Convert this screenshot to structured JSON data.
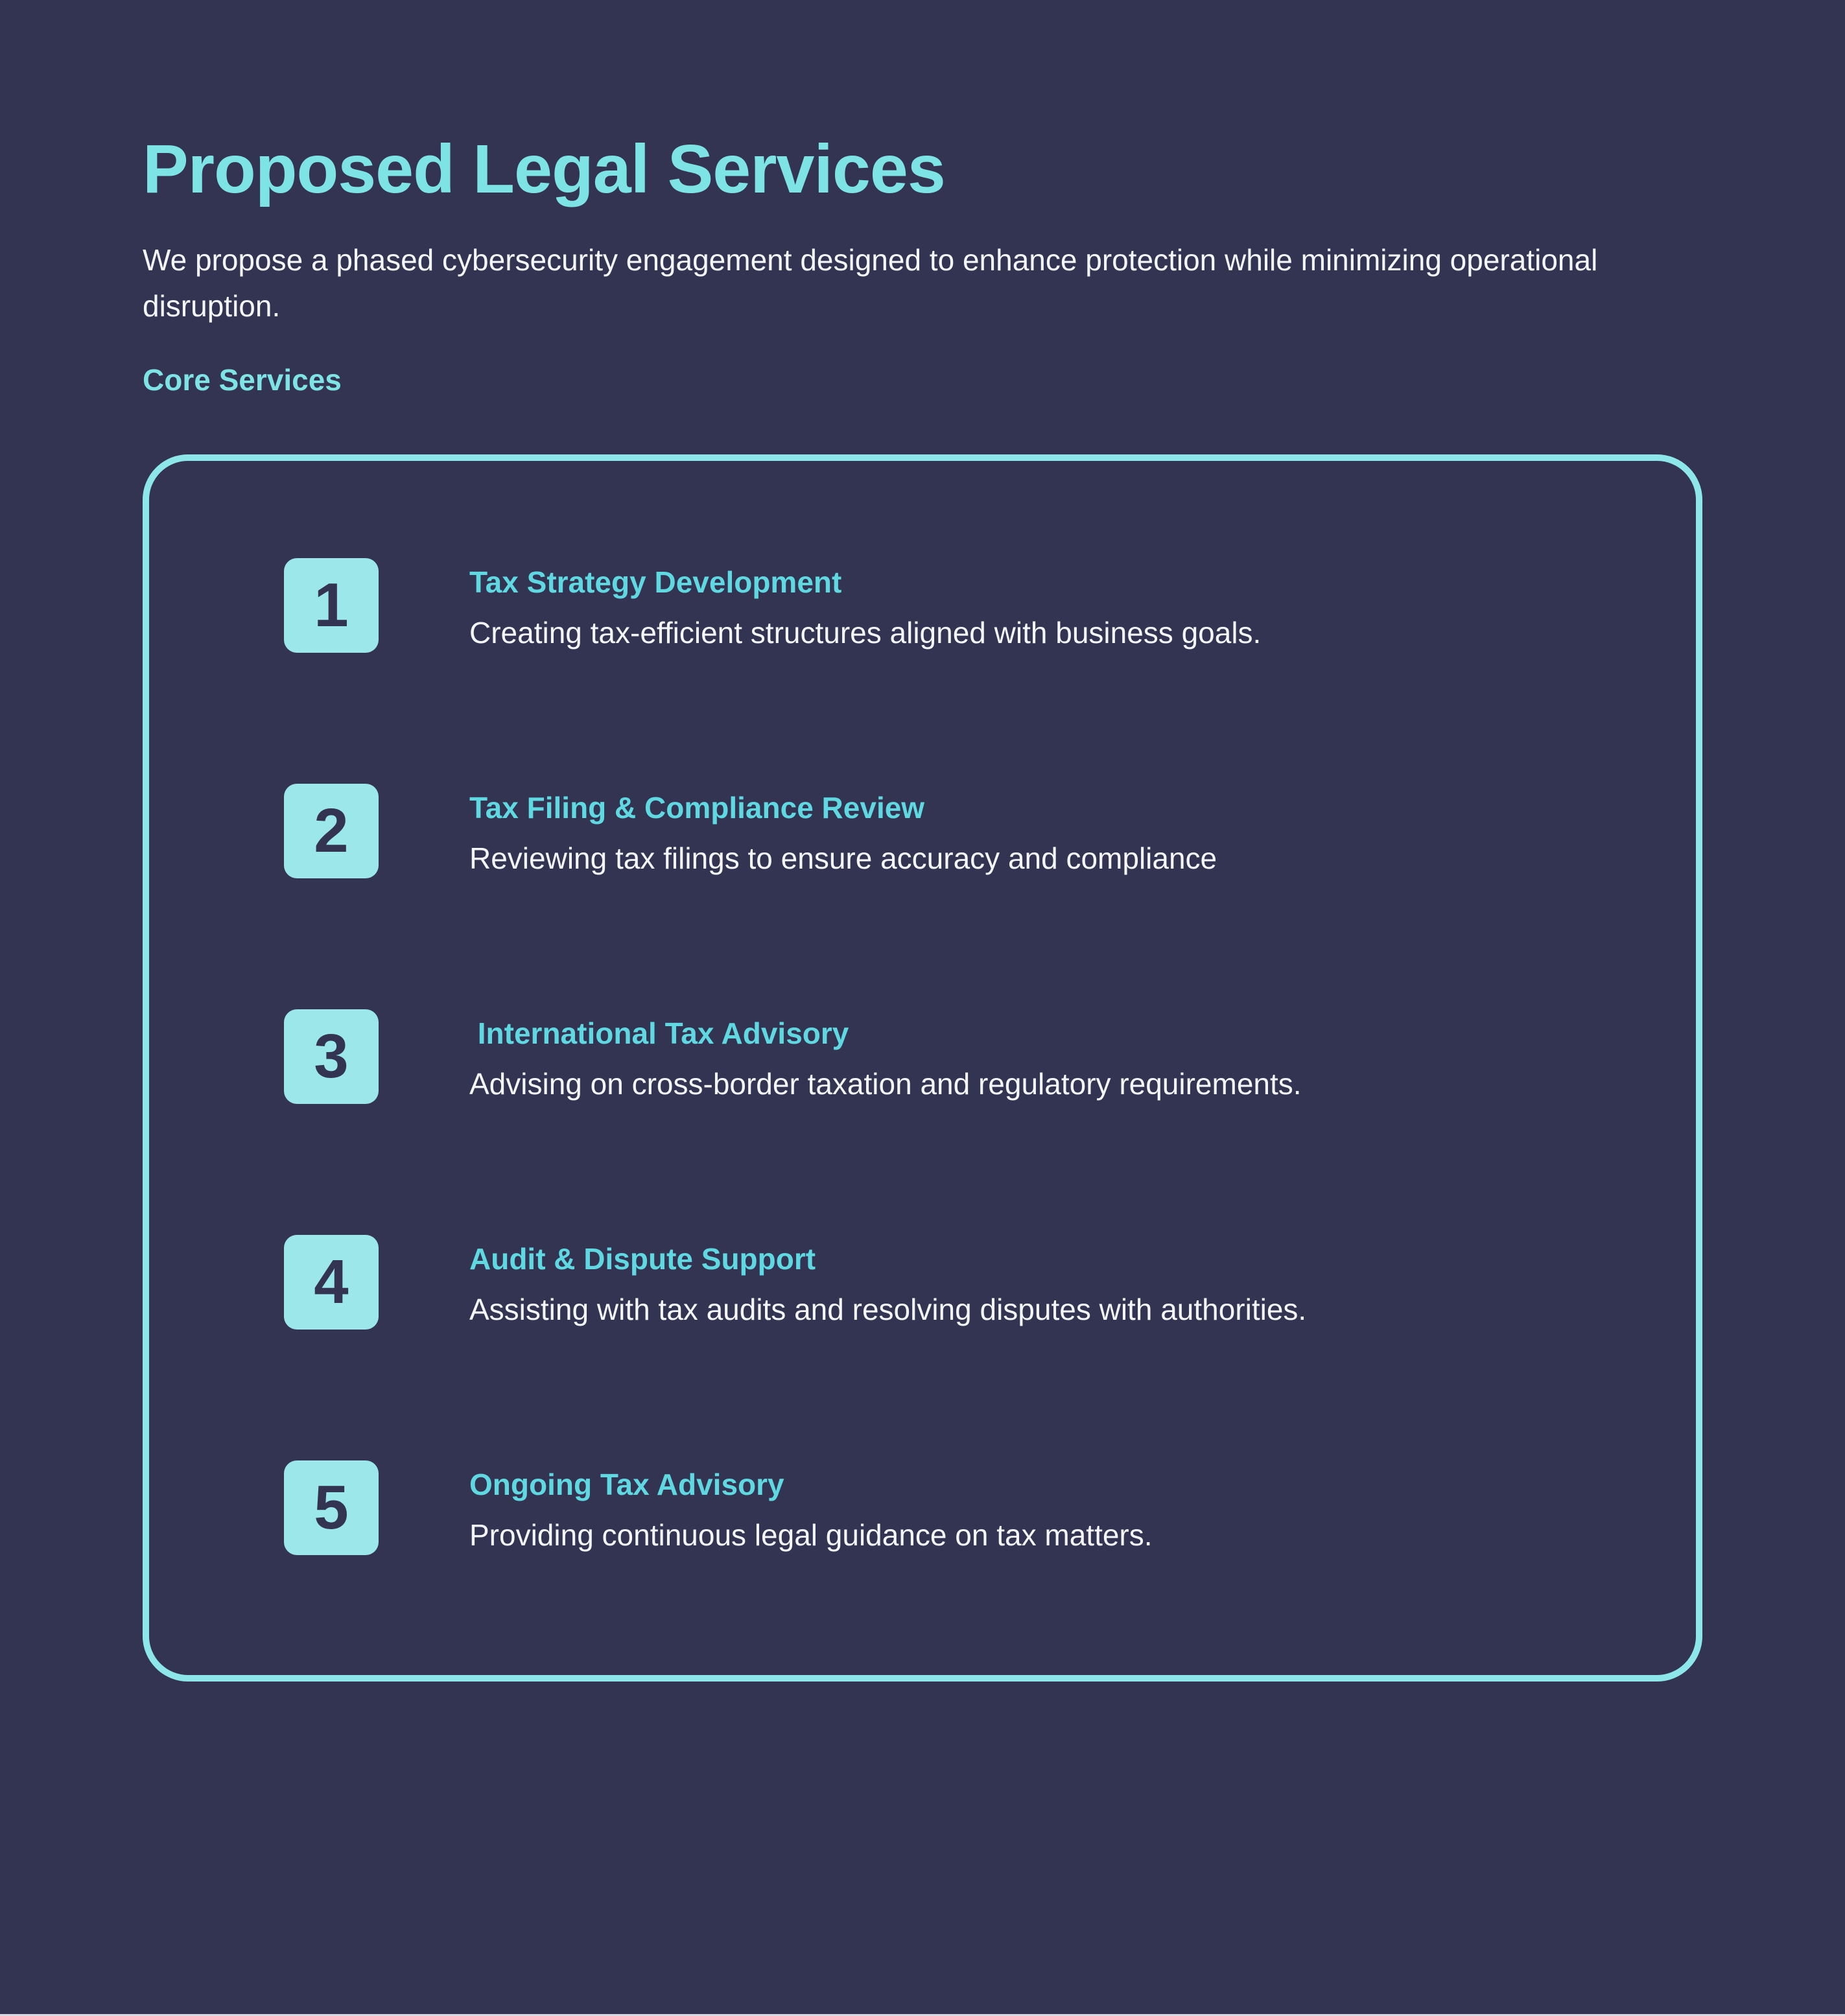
{
  "page": {
    "title": "Proposed Legal Services",
    "subtitle": "We propose a phased cybersecurity engagement designed to enhance protection while minimizing operational disruption.",
    "section_label": "Core Services"
  },
  "services": [
    {
      "number": "1",
      "title": "Tax Strategy Development",
      "description": "Creating tax-efficient structures aligned with business goals."
    },
    {
      "number": "2",
      "title": "Tax Filing & Compliance Review",
      "description": "Reviewing tax filings to ensure accuracy and compliance"
    },
    {
      "number": "3",
      "title": " International Tax Advisory",
      "description": "Advising on cross-border taxation and regulatory requirements."
    },
    {
      "number": "4",
      "title": "Audit & Dispute Support",
      "description": "Assisting with tax audits and resolving disputes with authorities."
    },
    {
      "number": "5",
      "title": "Ongoing Tax Advisory",
      "description": "Providing continuous legal guidance on tax matters."
    }
  ],
  "colors": {
    "background": "#323451",
    "heading": "#7ee3e5",
    "section_label": "#7ee3e5",
    "item_title": "#5fd8e1",
    "body_text": "#f4f6fa",
    "badge_fill": "#9be7e9",
    "badge_number": "#323451",
    "panel_border": "#8de6e9",
    "bottom_edge": "#d9d9df"
  }
}
